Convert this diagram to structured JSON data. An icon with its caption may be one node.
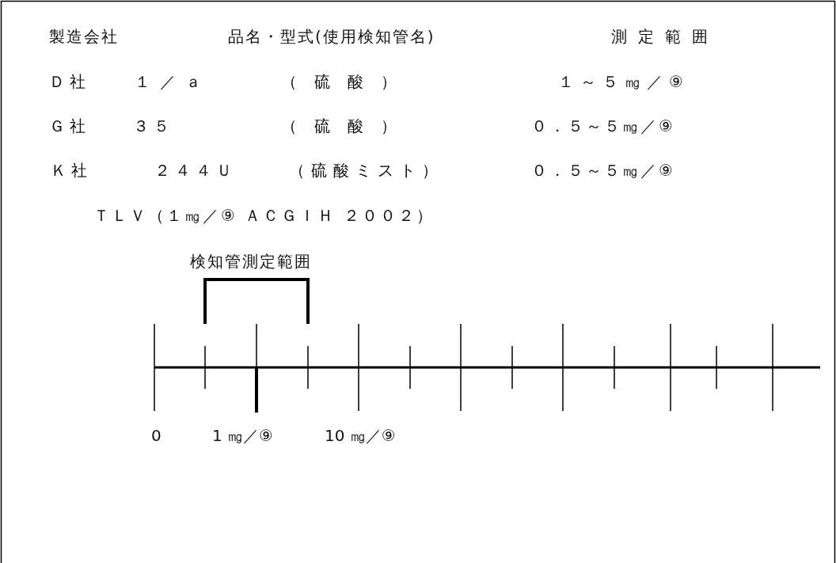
{
  "diagram": {
    "labels": [
      "製造会社",
      "品名・型式(使用検知管名)",
      "測定範囲",
      "Ｄ社",
      "１／ａ",
      "（硫酸）",
      "１～５㎎／⑨",
      "Ｇ社",
      "３５",
      "（硫酸）",
      "０．５～５㎎／⑨",
      "Ｋ社",
      "２４４Ｕ",
      "（硫酸ミスト）",
      "０．５～５㎎／⑨",
      "ＴＬＶ（１㎎／⑨ ＡＣＧＩＨ ２００２）",
      "検知管測定範囲",
      "0",
      "1 ㎎／⑨",
      "10 ㎎／⑨"
    ]
  }
}
